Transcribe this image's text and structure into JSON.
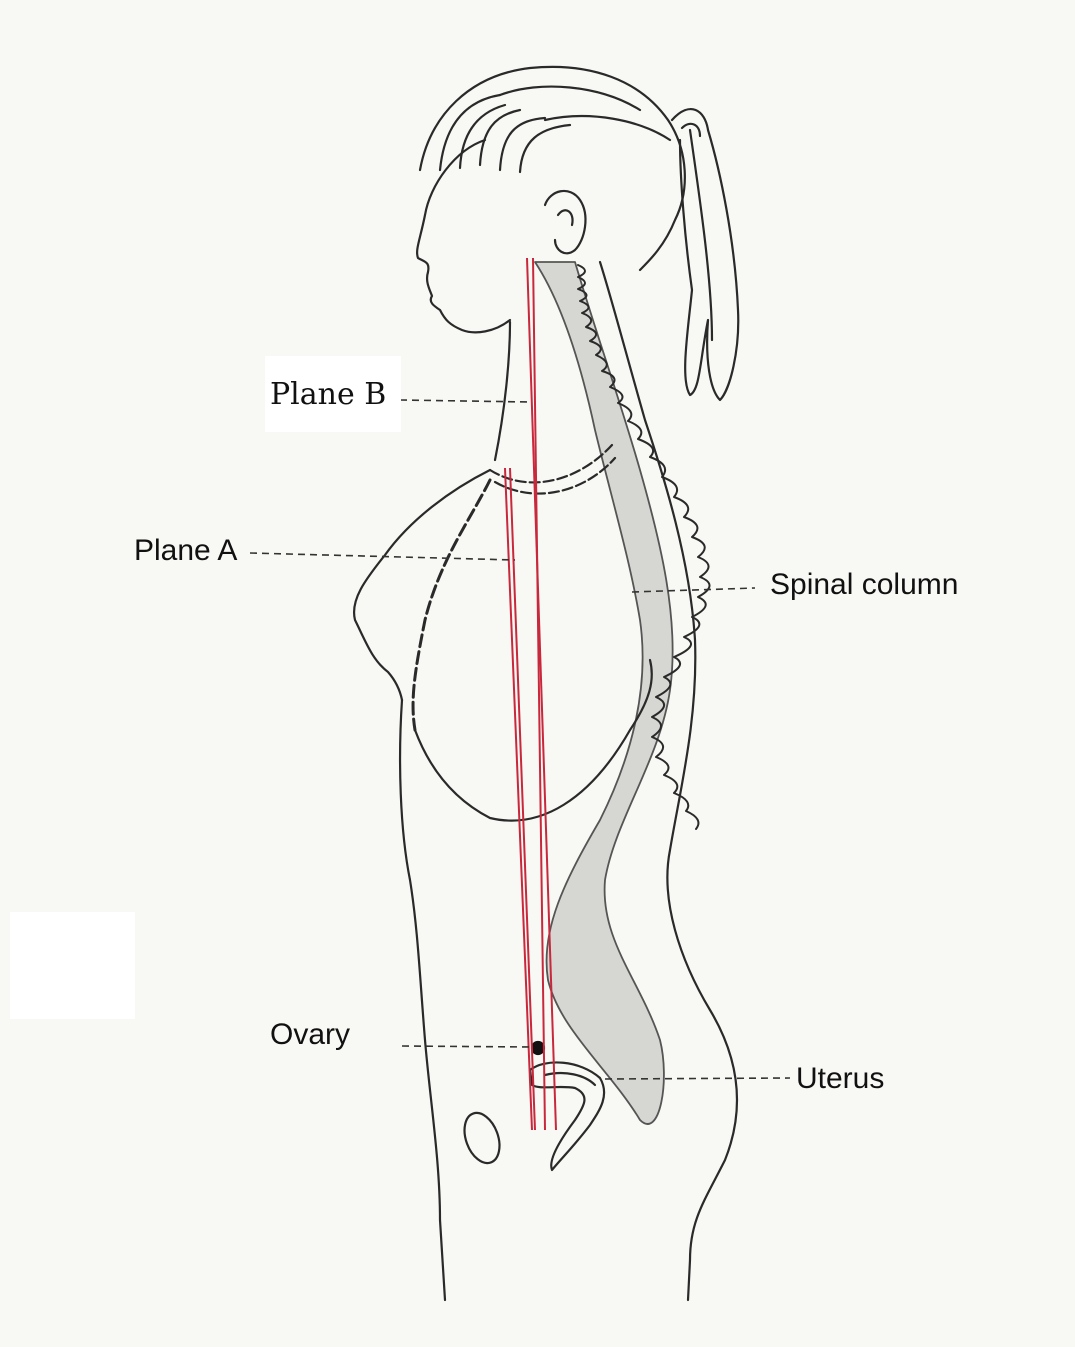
{
  "labels": {
    "plane_b": "Plane B",
    "plane_a": "Plane A",
    "spinal_column": "Spinal column",
    "ovary": "Ovary",
    "uterus": "Uterus"
  },
  "colors": {
    "outline": "#2a2a2a",
    "plane_lines": "#c8283c",
    "spine_shade": "#d6d6d2",
    "paper": "#f8f8f4"
  }
}
